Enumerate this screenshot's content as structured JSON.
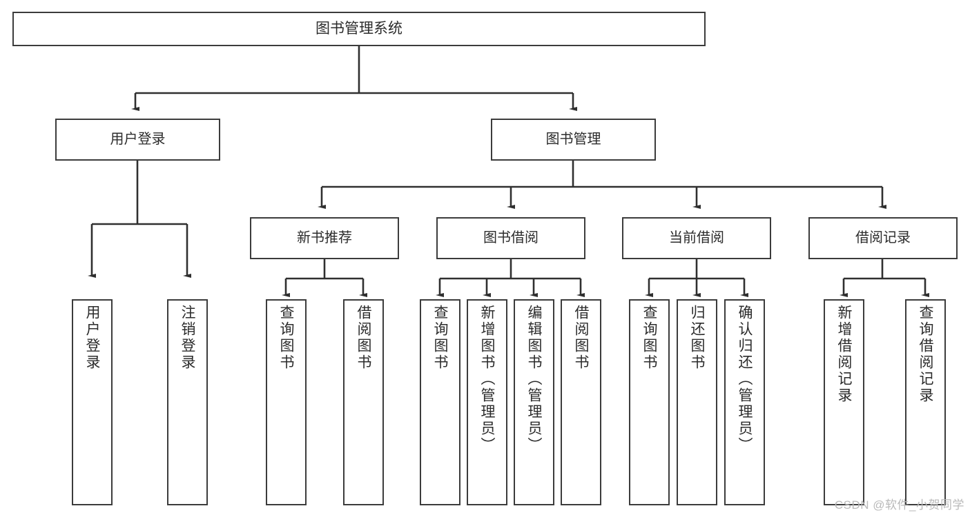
{
  "diagram": {
    "title": "图书管理系统",
    "watermark": "CSDN @软件_小贺同学",
    "colors": {
      "stroke": "#3b3b3b",
      "text": "#2b2b2b",
      "background": "#ffffff",
      "watermark": "#b9b9b9"
    },
    "root": {
      "label": "图书管理系统"
    },
    "level1": [
      {
        "label": "用户登录"
      },
      {
        "label": "图书管理"
      }
    ],
    "level2": [
      {
        "label": "新书推荐"
      },
      {
        "label": "图书借阅"
      },
      {
        "label": "当前借阅"
      },
      {
        "label": "借阅记录"
      }
    ],
    "leaves": {
      "user_login": [
        {
          "label": "用户登录"
        },
        {
          "label": "注销登录"
        }
      ],
      "new_book": [
        {
          "label": "查询图书"
        },
        {
          "label": "借阅图书"
        }
      ],
      "book_borrow": [
        {
          "label": "查询图书"
        },
        {
          "label": "新增图书（管理员）"
        },
        {
          "label": "编辑图书（管理员）"
        },
        {
          "label": "借阅图书"
        }
      ],
      "current_borrow": [
        {
          "label": "查询图书"
        },
        {
          "label": "归还图书"
        },
        {
          "label": "确认归还（管理员）"
        }
      ],
      "borrow_record": [
        {
          "label": "新增借阅记录"
        },
        {
          "label": "查询借阅记录"
        }
      ]
    }
  }
}
